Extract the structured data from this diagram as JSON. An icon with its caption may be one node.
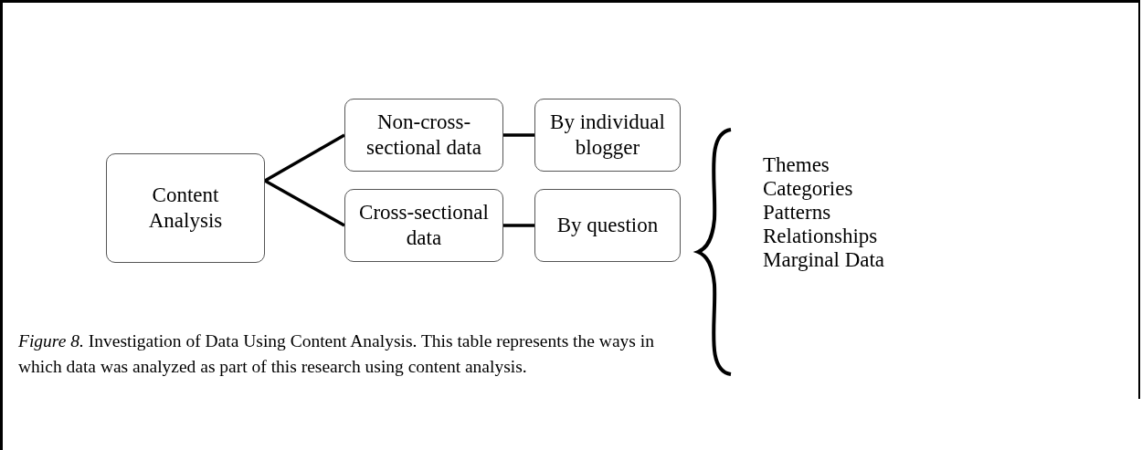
{
  "diagram": {
    "caption": "*Figure 8.* Investigation of Data Using Content Analysis.  This table represents the ways in which data was analyzed as part of this research using content analysis.",
    "nodes": [
      {
        "text": [
          "Content Analysis"
        ]
      },
      {
        "text": [
          "Non-cross-sectional data"
        ]
      },
      {
        "text": [
          "By individual blogger"
        ]
      },
      {
        "text": [
          "Cross-sectional data"
        ]
      },
      {
        "text": [
          "By question"
        ]
      }
    ],
    "edges": [
      {
        "from": 0,
        "to": 1,
        "arrow": "none"
      },
      {
        "from": 0,
        "to": 3,
        "arrow": "none"
      },
      {
        "from": 1,
        "to": 2,
        "arrow": "none"
      },
      {
        "from": 3,
        "to": 4,
        "arrow": "none"
      }
    ],
    "labels": [
      "Themes",
      "Categories",
      "Patterns",
      "Relationships",
      "Marginal Data"
    ]
  }
}
